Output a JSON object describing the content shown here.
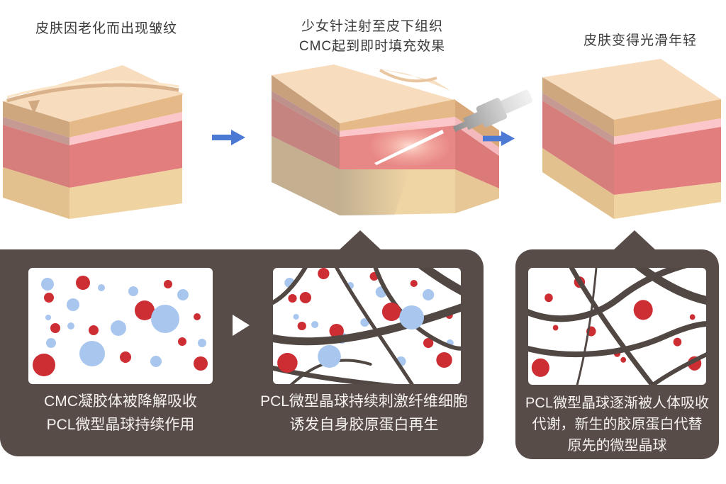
{
  "palette": {
    "panel_bg": "#584c48",
    "fiber": "#514743",
    "microsphere_blue": "#a9c7ee",
    "gel_red": "#cc2e34",
    "arrow_blue": "#4b79d4",
    "skin_top": "#f8dcbe",
    "skin_tan": "#e5ba88",
    "skin_pink": "#fcc7ca",
    "skin_salmon": "#e27e7d",
    "skin_sand": "#efd3a0"
  },
  "top_row": {
    "steps": [
      {
        "caption": "皮肤因老化而出现皱纹"
      },
      {
        "caption_line1": "少女针注射至皮下组织",
        "caption_line2": "CMC起到即时填充效果"
      },
      {
        "caption": "皮肤变得光滑年轻"
      }
    ]
  },
  "bottom_row": {
    "panels": [
      {
        "lines": [
          "CMC凝胶体被降解吸收",
          "PCL微型晶球持续作用"
        ]
      },
      {
        "lines": [
          "PCL微型晶球持续刺激纤维细胞",
          "诱发自身胶原蛋白再生"
        ]
      },
      {
        "lines": [
          "PCL微型晶球逐渐被人体吸收",
          "代谢，新生的胶原蛋白代替",
          "原先的微型晶球"
        ]
      }
    ],
    "illustrations": [
      {
        "blue": [
          [
            27,
            23,
            9
          ],
          [
            103,
            28,
            5
          ],
          [
            148,
            33,
            7
          ],
          [
            218,
            38,
            8
          ],
          [
            63,
            52,
            9
          ],
          [
            28,
            70,
            4
          ],
          [
            193,
            72,
            20
          ],
          [
            60,
            82,
            5
          ],
          [
            127,
            85,
            11
          ],
          [
            32,
            106,
            7
          ],
          [
            245,
            106,
            6
          ],
          [
            90,
            121,
            18
          ],
          [
            180,
            132,
            8
          ]
        ],
        "red": [
          [
            77,
            21,
            10
          ],
          [
            197,
            23,
            6
          ],
          [
            29,
            42,
            7
          ],
          [
            164,
            60,
            14
          ],
          [
            238,
            69,
            5
          ],
          [
            38,
            85,
            7
          ],
          [
            92,
            88,
            7
          ],
          [
            217,
            104,
            6
          ],
          [
            137,
            126,
            8
          ],
          [
            22,
            137,
            16
          ],
          [
            243,
            135,
            10
          ]
        ],
        "fibers": []
      },
      {
        "blue": [
          [
            23,
            21,
            7
          ],
          [
            107,
            25,
            5
          ],
          [
            150,
            34,
            8
          ],
          [
            215,
            38,
            8
          ],
          [
            32,
            69,
            4
          ],
          [
            58,
            80,
            5
          ],
          [
            127,
            77,
            6
          ],
          [
            178,
            66,
            6
          ],
          [
            95,
            99,
            8
          ],
          [
            192,
            70,
            17
          ],
          [
            78,
            125,
            16
          ],
          [
            177,
            132,
            7
          ],
          [
            245,
            106,
            5
          ]
        ],
        "red": [
          [
            45,
            42,
            8
          ],
          [
            27,
            43,
            6
          ],
          [
            70,
            8,
            8
          ],
          [
            140,
            12,
            6
          ],
          [
            195,
            22,
            5
          ],
          [
            40,
            82,
            6
          ],
          [
            88,
            89,
            10
          ],
          [
            164,
            62,
            13
          ],
          [
            244,
            67,
            5
          ],
          [
            215,
            106,
            7
          ],
          [
            237,
            130,
            11
          ],
          [
            20,
            134,
            14
          ]
        ],
        "fibers": [
          [
            "M -6,98 C 60,114 150,96 266,54",
            11
          ],
          [
            "M 48,-6 C 30,26 12,44 -6,52",
            6
          ],
          [
            "M 85,-6 C 115,50 162,116 196,170",
            5
          ],
          [
            "M 140,-6 C 152,32 178,72 216,96 C 240,111 256,116 266,113",
            6
          ],
          [
            "M -6,140 C 60,156 130,163 192,170",
            7
          ],
          [
            "M 200,-8 C 232,16 252,28 268,36",
            12
          ],
          [
            "M 20,170 C 55,135 90,122 135,136",
            4
          ]
        ]
      },
      {
        "blue": [],
        "red": [
          [
            30,
            42,
            6
          ],
          [
            75,
            20,
            8
          ],
          [
            198,
            20,
            5
          ],
          [
            40,
            84,
            4
          ],
          [
            92,
            89,
            7
          ],
          [
            168,
            59,
            14
          ],
          [
            240,
            69,
            4
          ],
          [
            218,
            104,
            6
          ],
          [
            18,
            140,
            13
          ],
          [
            243,
            134,
            10
          ],
          [
            130,
            120,
            5
          ],
          [
            139,
            129,
            4
          ]
        ],
        "fibers": [
          [
            "M -6,60 C 40,80 92,73 132,43 C 162,20 196,4 238,-6",
            9
          ],
          [
            "M 60,-6 C 96,56 142,116 186,170",
            7
          ],
          [
            "M -6,112 C 60,129 140,122 200,96 C 230,83 254,77 268,79",
            8
          ],
          [
            "M 155,-8 C 200,28 242,43 268,47",
            12
          ],
          [
            "M 100,-6 C 95,50 86,112 70,170",
            3
          ],
          [
            "M 268,118 C 224,138 194,155 174,170",
            6
          ]
        ]
      }
    ]
  }
}
